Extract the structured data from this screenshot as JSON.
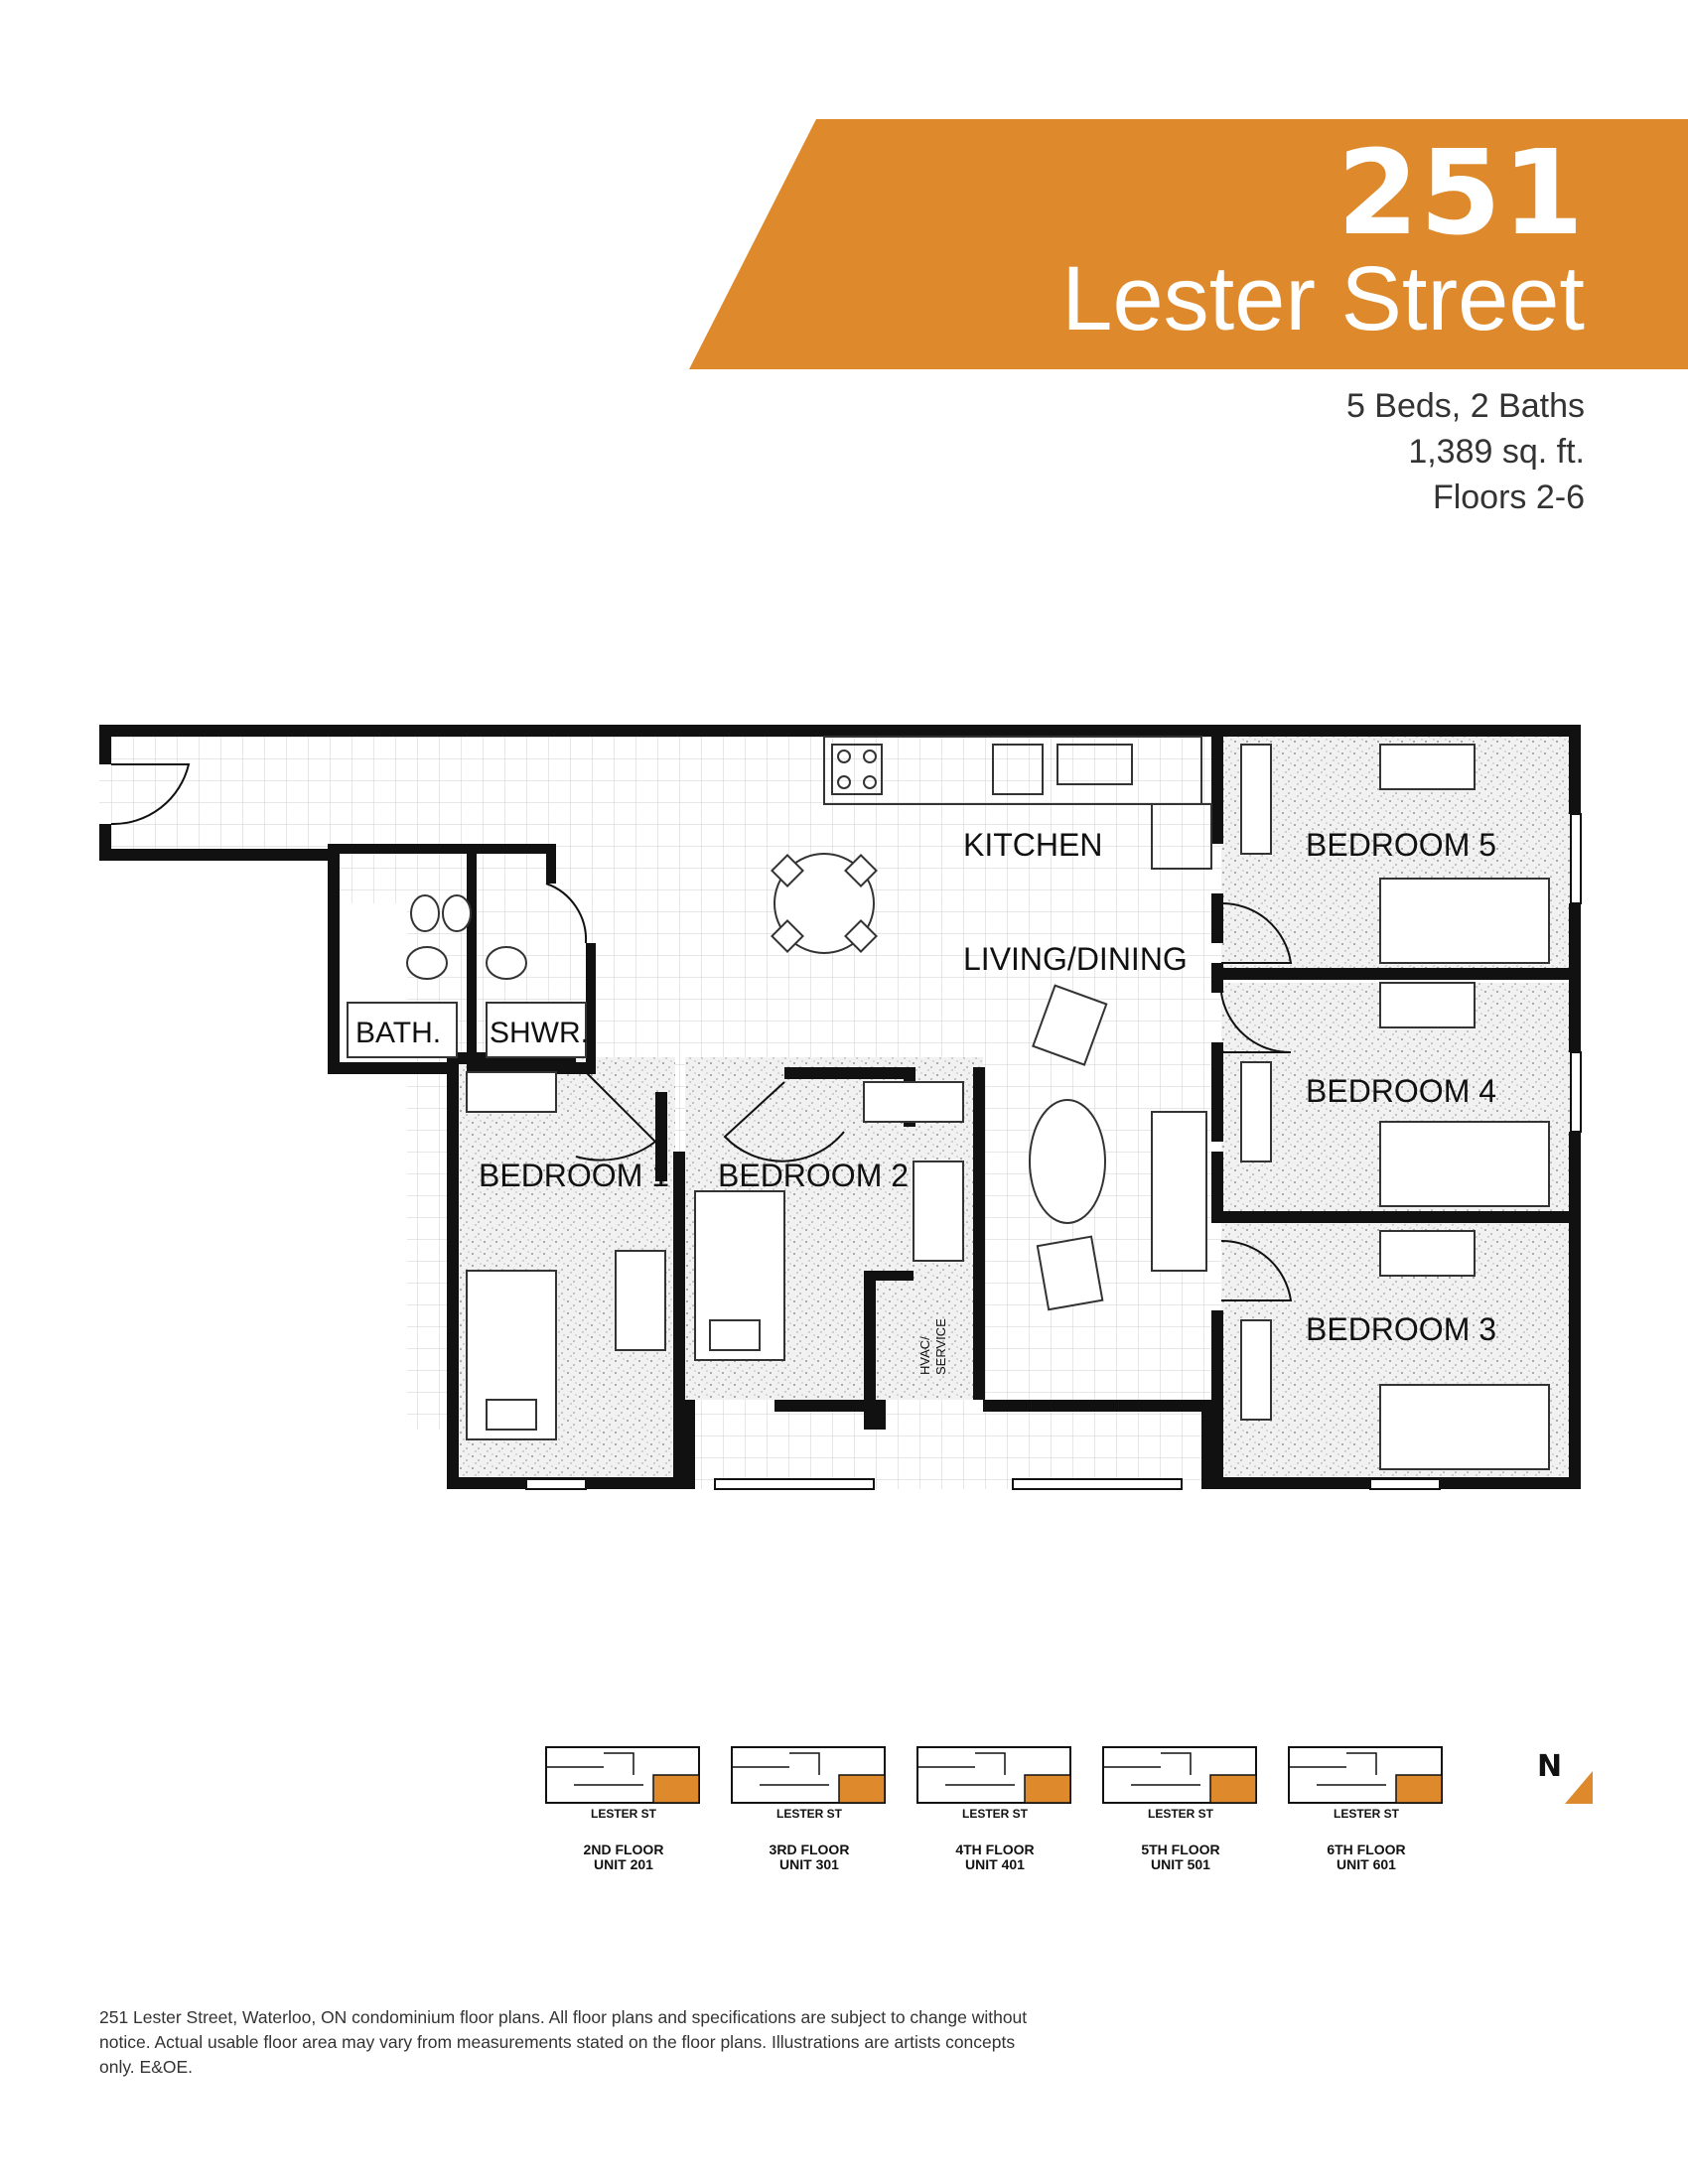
{
  "header": {
    "number": "251",
    "street": "Lester Street",
    "accent_color": "#DE8A2C"
  },
  "specs": {
    "beds_baths": "5 Beds, 2 Baths",
    "area": "1,389 sq. ft.",
    "floors": "Floors 2-6"
  },
  "floorplan": {
    "kitchen": "KITCHEN",
    "living_dining": "LIVING/DINING",
    "bedroom_1": "BEDROOM 1",
    "bedroom_2": "BEDROOM 2",
    "bedroom_3": "BEDROOM 3",
    "bedroom_4": "BEDROOM 4",
    "bedroom_5": "BEDROOM 5",
    "bath": "BATH.",
    "shower": "SHWR.",
    "hvac_1": "HVAC/",
    "hvac_2": "SERVICE"
  },
  "key_plans": [
    {
      "street": "LESTER ST",
      "floor": "2ND FLOOR",
      "unit": "UNIT 201"
    },
    {
      "street": "LESTER ST",
      "floor": "3RD FLOOR",
      "unit": "UNIT 301"
    },
    {
      "street": "LESTER ST",
      "floor": "4TH FLOOR",
      "unit": "UNIT 401"
    },
    {
      "street": "LESTER ST",
      "floor": "5TH FLOOR",
      "unit": "UNIT 501"
    },
    {
      "street": "LESTER ST",
      "floor": "6TH FLOOR",
      "unit": "UNIT 601"
    }
  ],
  "north_arrow": "N",
  "disclaimer": "251 Lester Street, Waterloo, ON condominium floor plans. All floor plans and specifications are subject to change without notice. Actual usable floor area may vary from measurements stated on the floor plans. Illustrations are artists concepts only. E&OE."
}
